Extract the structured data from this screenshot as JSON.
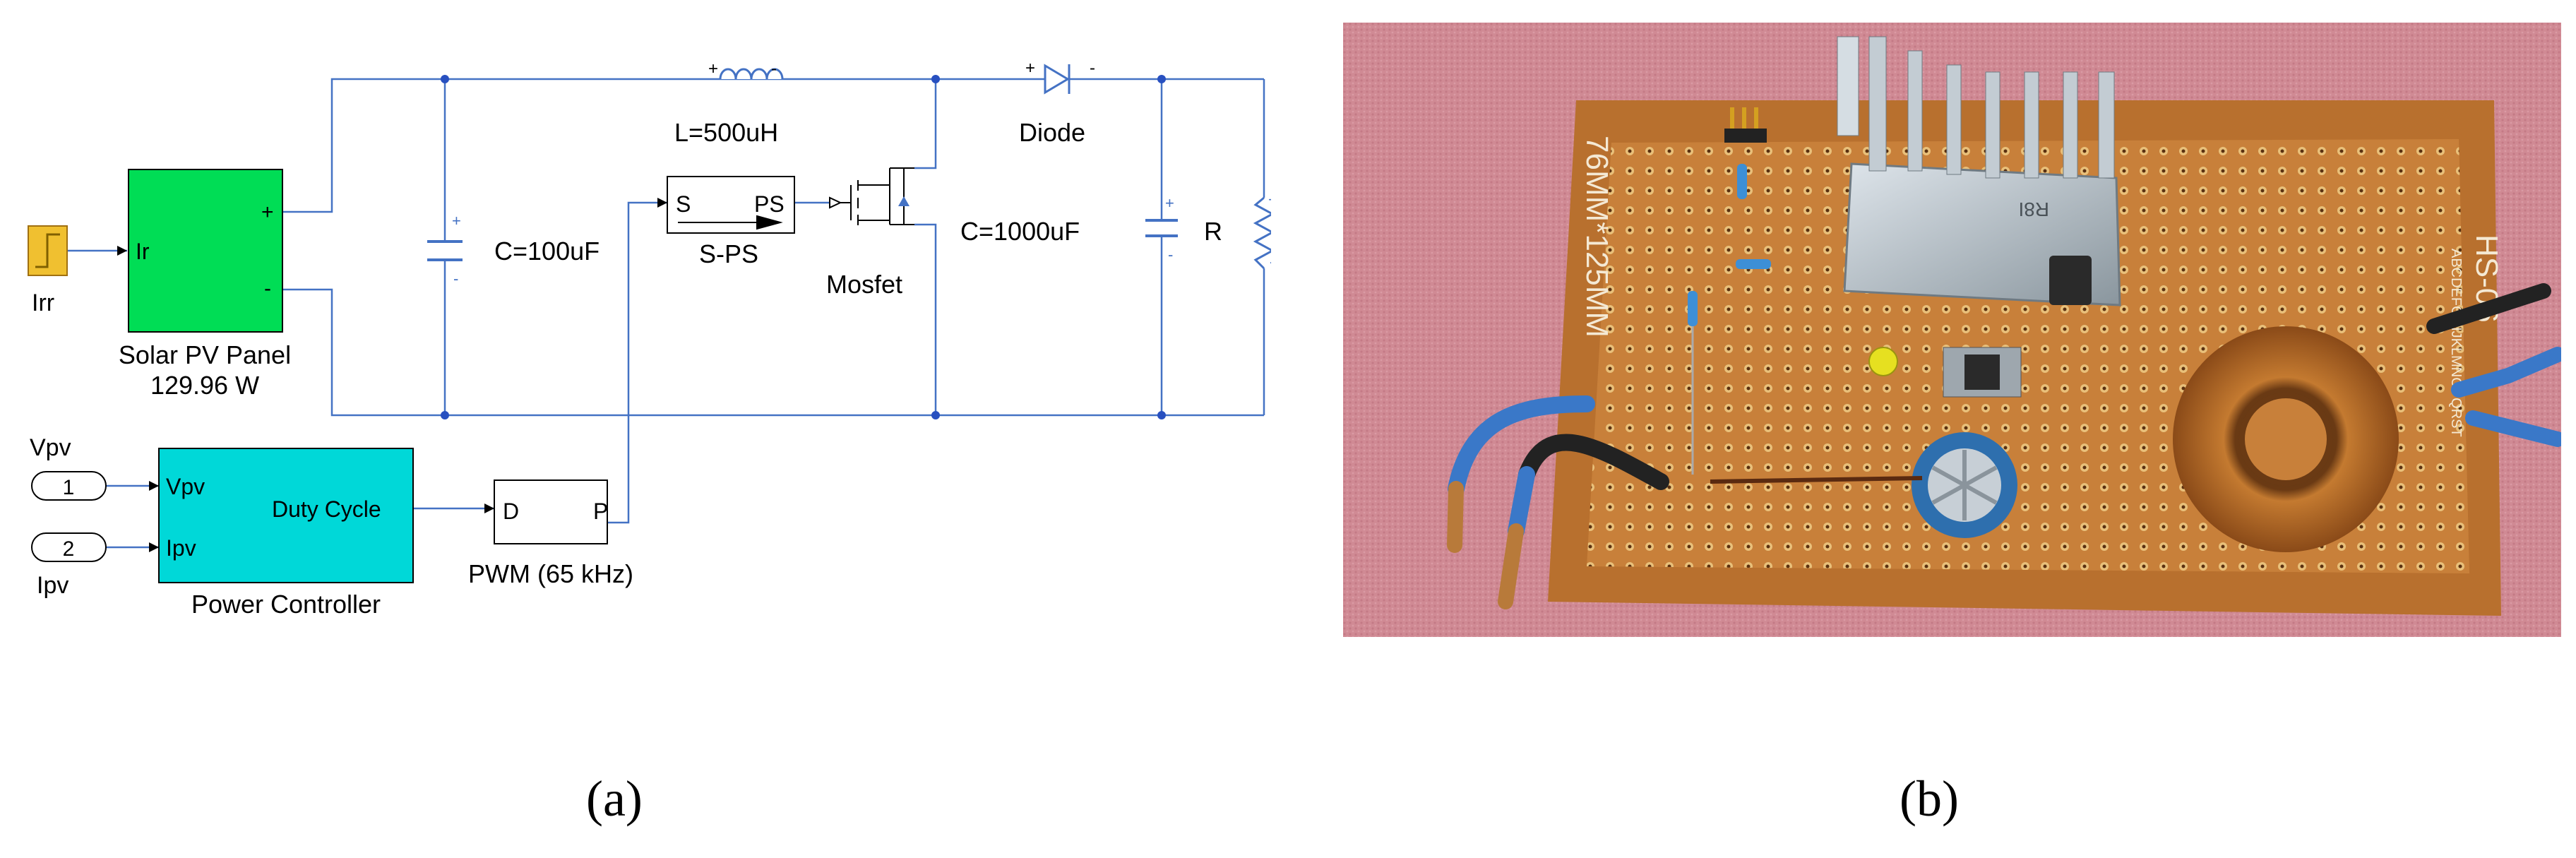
{
  "figure_a": {
    "irr_label": "Irr",
    "solar_ports": {
      "input": "Ir",
      "plus": "+",
      "minus": "-"
    },
    "solar_name": "Solar PV Panel",
    "solar_power": "129.96 W",
    "inductor_label": "L=500uH",
    "inductor_plus": "+",
    "inductor_minus": "-",
    "cap_in_label": "C=100uF",
    "sps_ports": {
      "in": "S",
      "out": "PS"
    },
    "sps_name": "S-PS",
    "mosfet_label": "Mosfet",
    "diode_label": "Diode",
    "diode_plus": "+",
    "diode_minus": "-",
    "cap_out_label": "C=1000uF",
    "resistor_label": "R",
    "plus_sign": "+",
    "minus_sign": "-",
    "vpv_in": {
      "name": "Vpv",
      "number": "1"
    },
    "ipv_in": {
      "name": "Ipv",
      "number": "2"
    },
    "controller_ports": {
      "vpv": "Vpv",
      "ipv": "Ipv",
      "out": "Duty Cycle"
    },
    "controller_name": "Power Controller",
    "pwm_ports": {
      "in": "D",
      "out": "P"
    },
    "pwm_name": "PWM (65 kHz)",
    "colors": {
      "wire": "#4472c4",
      "solar": "#00dd55",
      "controller": "#00d8d8",
      "irr": "#f0c030",
      "node": "#2850c0"
    }
  },
  "figure_b": {
    "silk_left": "76MM*125MM",
    "silk_right": "HS-06",
    "silk_letters": "ABCDEFGHIJKLMNOPQRST",
    "heatsink_part": "R8I",
    "colors": {
      "towel": "#d08a94",
      "pcb": "#c8803a",
      "wire": "#3a78c8",
      "copper": "#b86a22",
      "heatsink": "#b9c4cc"
    }
  },
  "captions": {
    "a": "(a)",
    "b": "(b)"
  }
}
